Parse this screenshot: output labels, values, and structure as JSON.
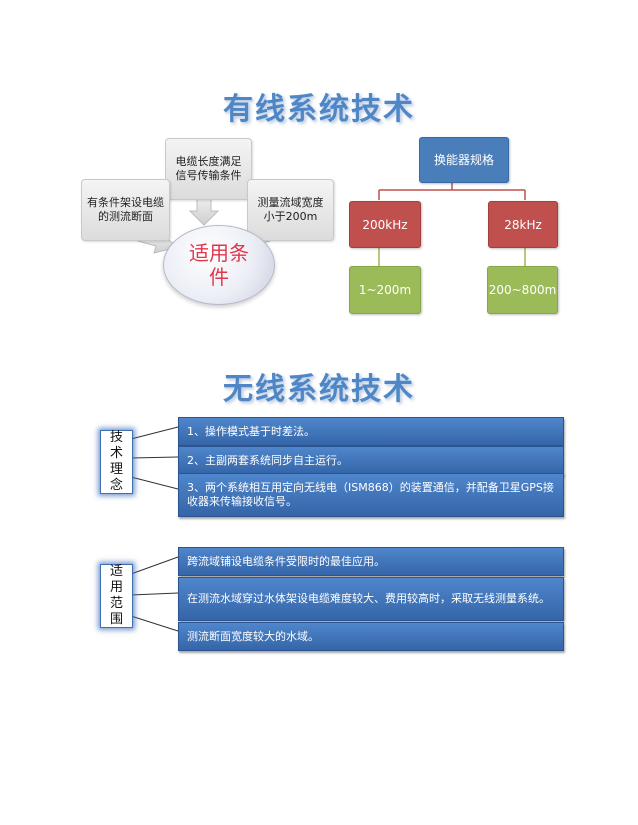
{
  "wired": {
    "title": "有线系统技术",
    "conditions": {
      "top": "电缆长度满足信号传输条件",
      "left": "有条件架设电缆的测流断面",
      "right": "测量流域宽度小于200m",
      "center": "适用条件"
    },
    "spec": {
      "root": "换能器规格",
      "freq_left": "200kHz",
      "freq_right": "28kHz",
      "range_left": "1~200m",
      "range_right": "200~800m"
    }
  },
  "wireless": {
    "title": "无线系统技术",
    "concept": {
      "label": "技术理念",
      "items": [
        "1、操作模式基于时差法。",
        "2、主副两套系统同步自主运行。",
        "3、两个系统相互用定向无线电（ISM868）的装置通信，并配备卫星GPS接收器来传输接收信号。"
      ]
    },
    "scope": {
      "label": "适用范围",
      "items": [
        "跨流域铺设电缆条件受限时的最佳应用。",
        "在测流水域穿过水体架设电缆难度较大、费用较高时，采取无线测量系统。",
        "测流断面宽度较大的水域。"
      ]
    }
  },
  "colors": {
    "title": "#4f86c6",
    "blue": "#4a7ebb",
    "red": "#c0504d",
    "green": "#9bbb59"
  }
}
